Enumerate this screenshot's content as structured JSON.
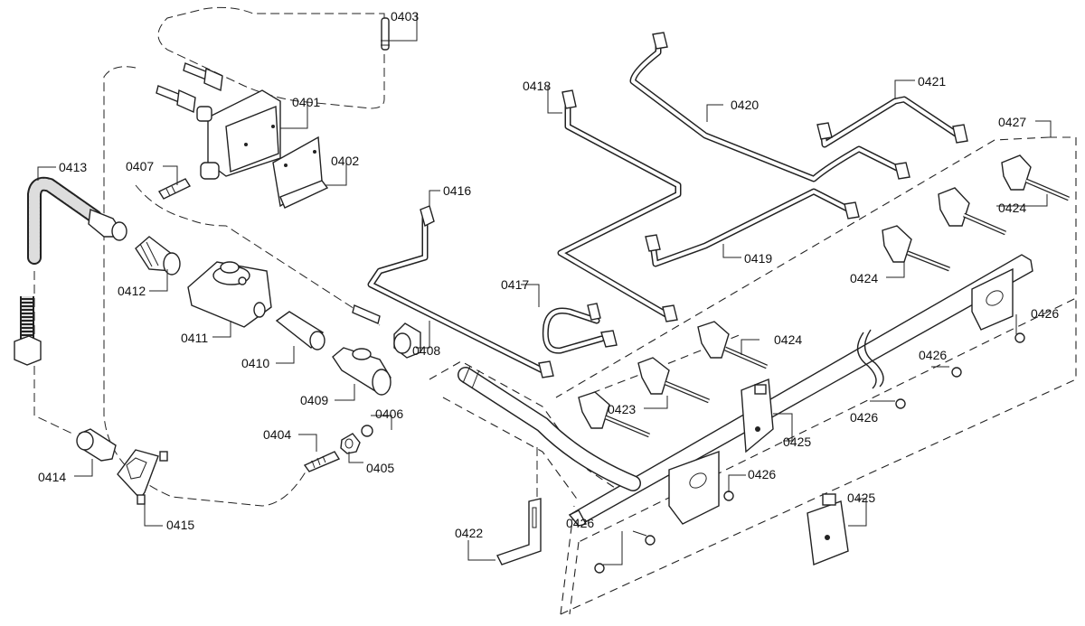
{
  "diagram": {
    "title": "Gas manifold and valve assembly exploded view",
    "labels": {
      "p0401": "0401",
      "p0402": "0402",
      "p0403": "0403",
      "p0404": "0404",
      "p0405": "0405",
      "p0406": "0406",
      "p0407": "0407",
      "p0408": "0408",
      "p0409": "0409",
      "p0410": "0410",
      "p0411": "0411",
      "p0412": "0412",
      "p0413": "0413",
      "p0414": "0414",
      "p0415": "0415",
      "p0416": "0416",
      "p0417": "0417",
      "p0418": "0418",
      "p0419": "0419",
      "p0420": "0420",
      "p0421": "0421",
      "p0422": "0422",
      "p0423": "0423",
      "p0424": "0424",
      "p0425": "0425",
      "p0426": "0426",
      "p0427": "0427"
    }
  }
}
